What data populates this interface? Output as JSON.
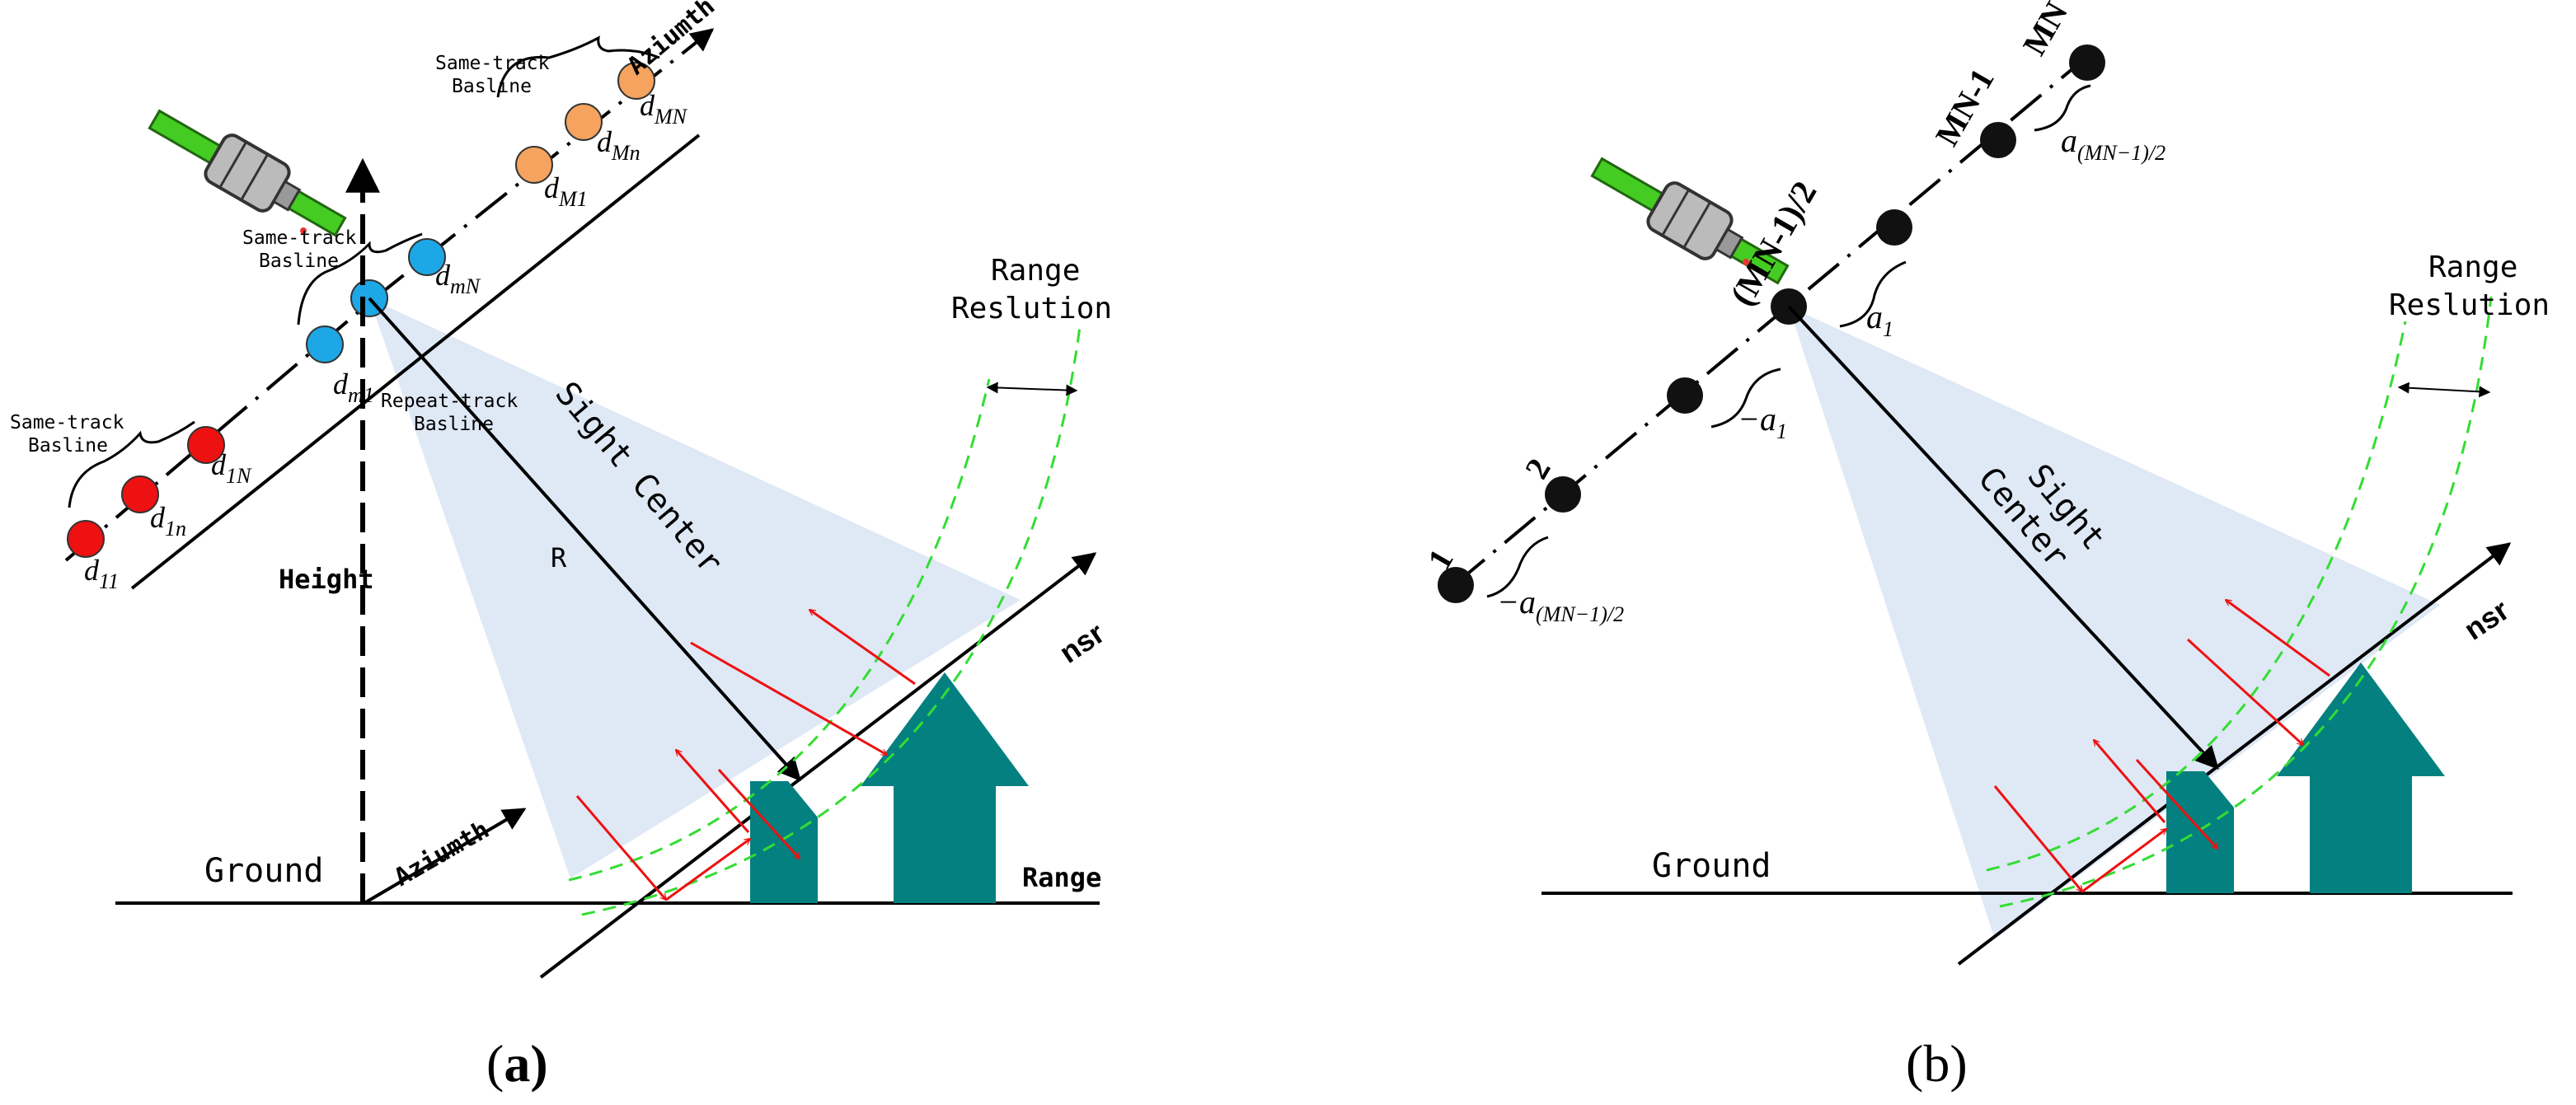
{
  "panel_a": {
    "caption": "(a)",
    "labels": {
      "same_track_top": [
        "Same-track",
        "Basline"
      ],
      "same_track_mid": [
        "Same-track",
        "Basline"
      ],
      "same_track_left": [
        "Same-track",
        "Basline"
      ],
      "repeat_track": [
        "Repeat-track",
        "Basline"
      ],
      "azimuth_top": "Aziumth",
      "azimuth_ground": "Aziumth",
      "height": "Height",
      "range_resolution": [
        "Range",
        "Reslution"
      ],
      "sight_center": "Sight Center",
      "r": "R",
      "nsr": "nsr",
      "ground": "Ground",
      "range": "Range",
      "d_MN": "d",
      "d_MN_sub": "MN",
      "d_Mn": "d",
      "d_Mn_sub": "Mn",
      "d_M1": "d",
      "d_M1_sub": "M1",
      "d_mN": "d",
      "d_mN_sub": "mN",
      "d_m1": "d",
      "d_m1_sub": "m1",
      "d_1N": "d",
      "d_1N_sub": "1N",
      "d_1n": "d",
      "d_1n_sub": "1n",
      "d_11": "d",
      "d_11_sub": "11"
    }
  },
  "panel_b": {
    "caption": "(b)",
    "labels": {
      "mn": "MN",
      "mn_minus_1": "MN-1",
      "center_index": "(MN-1)/2",
      "two": "2",
      "one": "1",
      "a_top": "a",
      "a_top_sub": "(MN−1)/2",
      "a1": "a",
      "a1_sub": "1",
      "neg_a1": "−a",
      "neg_a1_sub": "1",
      "neg_a_bottom": "−a",
      "neg_a_bottom_sub": "(MN−1)/2",
      "range_resolution": [
        "Range",
        "Reslution"
      ],
      "sight_center": [
        "Sight",
        "Center"
      ],
      "nsr": "nsr",
      "ground": "Ground"
    }
  },
  "colors": {
    "red_dot": "#ee1111",
    "blue_dot": "#1da7e6",
    "orange_dot": "#f5a35e",
    "black_dot": "#111111",
    "building": "#048080",
    "beam": "#dfe8f5",
    "arrow_red": "#ee1111",
    "dashed_green": "#33dd33"
  }
}
